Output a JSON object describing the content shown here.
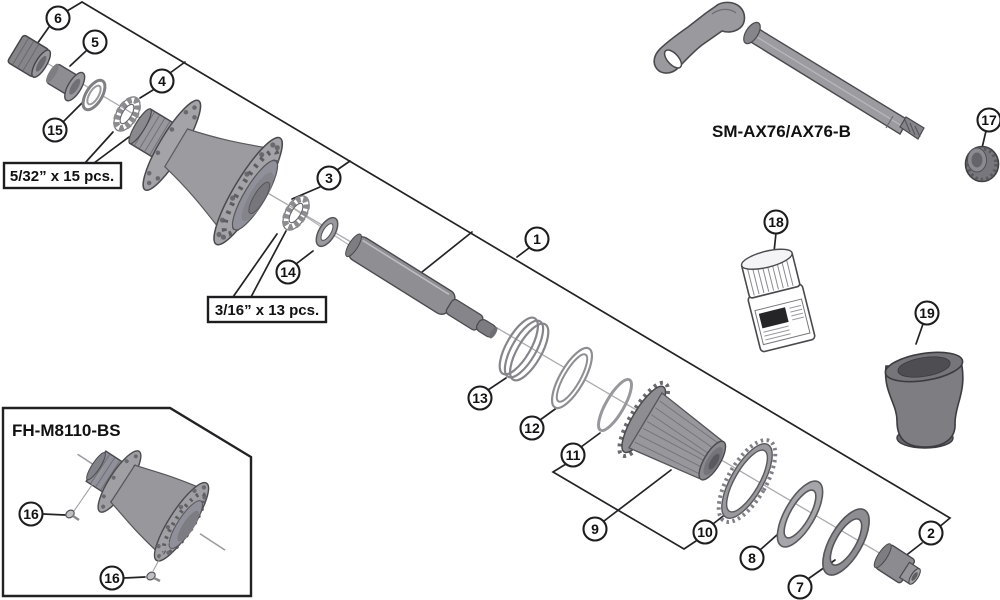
{
  "diagram": {
    "title_thru_axle": "SM-AX76/AX76-B",
    "title_hub": "FH-M8110-BS",
    "label_ball_left": "5/32” x 15 pcs.",
    "label_ball_right": "3/16” x 13 pcs.",
    "callouts": {
      "c1": "1",
      "c2": "2",
      "c3": "3",
      "c4": "4",
      "c5": "5",
      "c6": "6",
      "c7": "7",
      "c8": "8",
      "c9": "9",
      "c10": "10",
      "c11": "11",
      "c12": "12",
      "c13": "13",
      "c14": "14",
      "c15": "15",
      "c16a": "16",
      "c16b": "16",
      "c17": "17",
      "c18": "18",
      "c19": "19"
    },
    "colors": {
      "line": "#232326",
      "part_mid_gray": "#9a9a9e",
      "part_dark_gray": "#78787c",
      "background": "#ffffff"
    }
  }
}
